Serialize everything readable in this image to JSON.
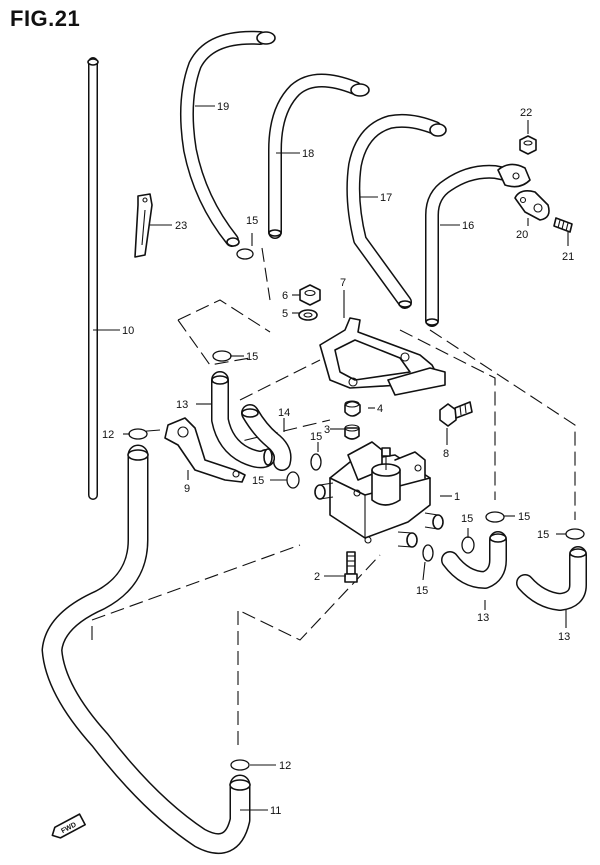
{
  "figure": {
    "title": "FIG.21"
  },
  "callouts": [
    {
      "id": "1",
      "text": "1"
    },
    {
      "id": "2",
      "text": "2"
    },
    {
      "id": "3",
      "text": "3"
    },
    {
      "id": "4",
      "text": "4"
    },
    {
      "id": "5",
      "text": "5"
    },
    {
      "id": "6",
      "text": "6"
    },
    {
      "id": "7",
      "text": "7"
    },
    {
      "id": "8",
      "text": "8"
    },
    {
      "id": "9",
      "text": "9"
    },
    {
      "id": "10",
      "text": "10"
    },
    {
      "id": "11",
      "text": "11"
    },
    {
      "id": "12a",
      "text": "12"
    },
    {
      "id": "12b",
      "text": "12"
    },
    {
      "id": "13a",
      "text": "13"
    },
    {
      "id": "13b",
      "text": "13"
    },
    {
      "id": "13c",
      "text": "13"
    },
    {
      "id": "14",
      "text": "14"
    },
    {
      "id": "15a",
      "text": "15"
    },
    {
      "id": "15b",
      "text": "15"
    },
    {
      "id": "15c",
      "text": "15"
    },
    {
      "id": "15d",
      "text": "15"
    },
    {
      "id": "15e",
      "text": "15"
    },
    {
      "id": "15f",
      "text": "15"
    },
    {
      "id": "15g",
      "text": "15"
    },
    {
      "id": "15h",
      "text": "15"
    },
    {
      "id": "16",
      "text": "16"
    },
    {
      "id": "17",
      "text": "17"
    },
    {
      "id": "18",
      "text": "18"
    },
    {
      "id": "19",
      "text": "19"
    },
    {
      "id": "20",
      "text": "20"
    },
    {
      "id": "21",
      "text": "21"
    },
    {
      "id": "22",
      "text": "22"
    },
    {
      "id": "23",
      "text": "23"
    }
  ],
  "direction_badge": {
    "text": "FWD",
    "icon": "forward-arrow-icon"
  }
}
